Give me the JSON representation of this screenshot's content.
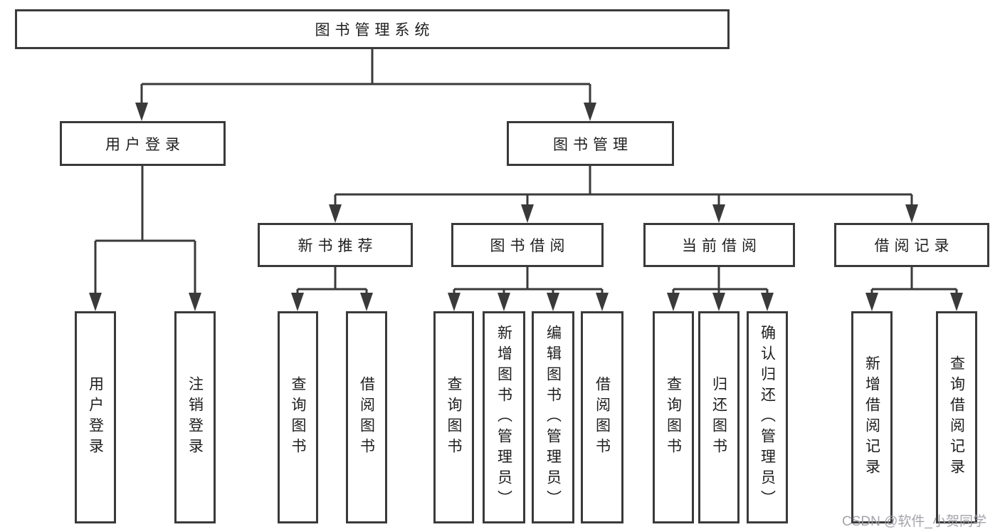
{
  "tree": {
    "root": {
      "label": "图书管理系统"
    },
    "branches": [
      {
        "label": "用户登录",
        "children": [
          {
            "label": "用户登录"
          },
          {
            "label": "注销登录"
          }
        ]
      },
      {
        "label": "图书管理",
        "groups": [
          {
            "label": "新书推荐",
            "children": [
              {
                "label": "查询图书"
              },
              {
                "label": "借阅图书"
              }
            ]
          },
          {
            "label": "图书借阅",
            "children": [
              {
                "label": "查询图书"
              },
              {
                "label": "新增图书（管理员）"
              },
              {
                "label": "编辑图书（管理员）"
              },
              {
                "label": "借阅图书"
              }
            ]
          },
          {
            "label": "当前借阅",
            "children": [
              {
                "label": "查询图书"
              },
              {
                "label": "归还图书"
              },
              {
                "label": "确认归还（管理员）"
              }
            ]
          },
          {
            "label": "借阅记录",
            "children": [
              {
                "label": "新增借阅记录"
              },
              {
                "label": "查询借阅记录"
              }
            ]
          }
        ]
      }
    ]
  },
  "watermark": {
    "text": "CSDN @软件_小贺同学"
  },
  "colors": {
    "line": "#3a3a3a",
    "box_border": "#3a3a3a",
    "box_fill": "#ffffff",
    "text": "#1e1e1e",
    "background": "#ffffff",
    "watermark": "#9c9ca4"
  }
}
